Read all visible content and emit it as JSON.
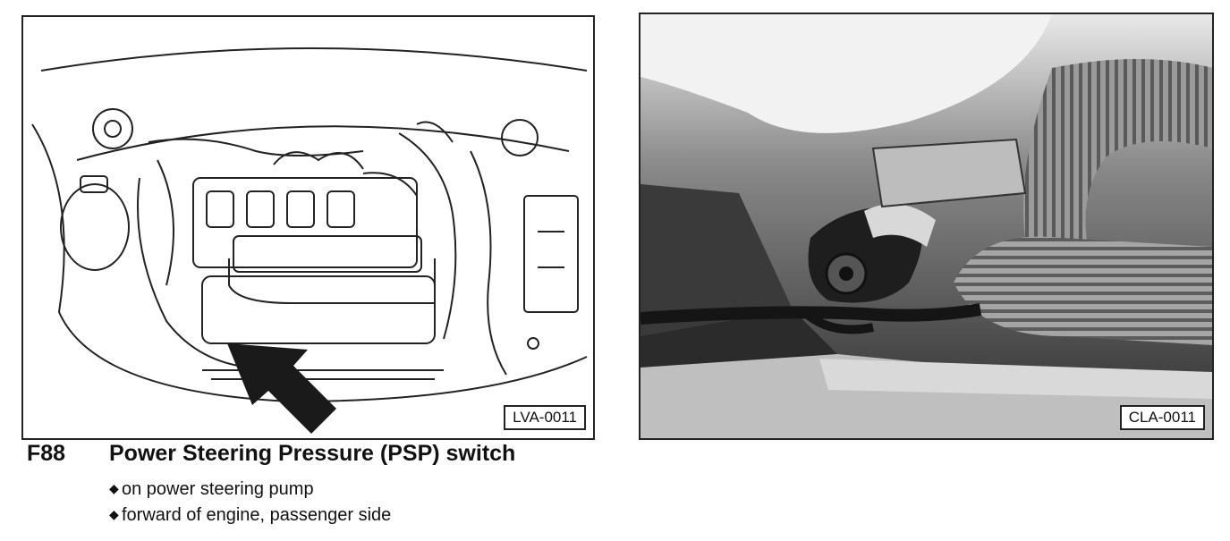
{
  "left_figure": {
    "ref_code": "LVA-0011"
  },
  "right_figure": {
    "ref_code": "CLA-0011"
  },
  "caption": {
    "code": "F88",
    "title": "Power Steering Pressure (PSP) switch",
    "bullets": [
      "on power steering pump",
      "forward of engine, passenger side"
    ]
  }
}
